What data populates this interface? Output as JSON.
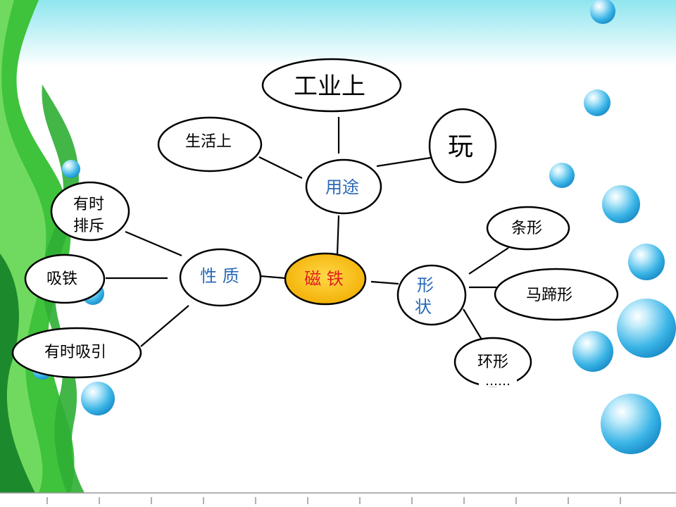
{
  "center": {
    "label": "磁 铁",
    "fill": "#f5b800"
  },
  "categories": {
    "uses": {
      "label": "用途"
    },
    "properties": {
      "label": "性 质"
    },
    "shapes": {
      "label_top": "形",
      "label_bottom": "状"
    }
  },
  "uses": {
    "industry": "工业上",
    "life": "生活上",
    "play": "玩"
  },
  "properties": {
    "sometimes_repel_1": "有时",
    "sometimes_repel_2": "排斥",
    "attract_iron": "吸铁",
    "sometimes_attract": "有时吸引"
  },
  "shapes": {
    "bar": "条形",
    "horseshoe": "马蹄形",
    "ring": "环形",
    "etc": "……"
  },
  "colors": {
    "sky_top": "#8fe6ee",
    "seaweed_light": "#66d65a",
    "seaweed_dark": "#1c8a2c",
    "bubble": "#3ab4e6"
  }
}
